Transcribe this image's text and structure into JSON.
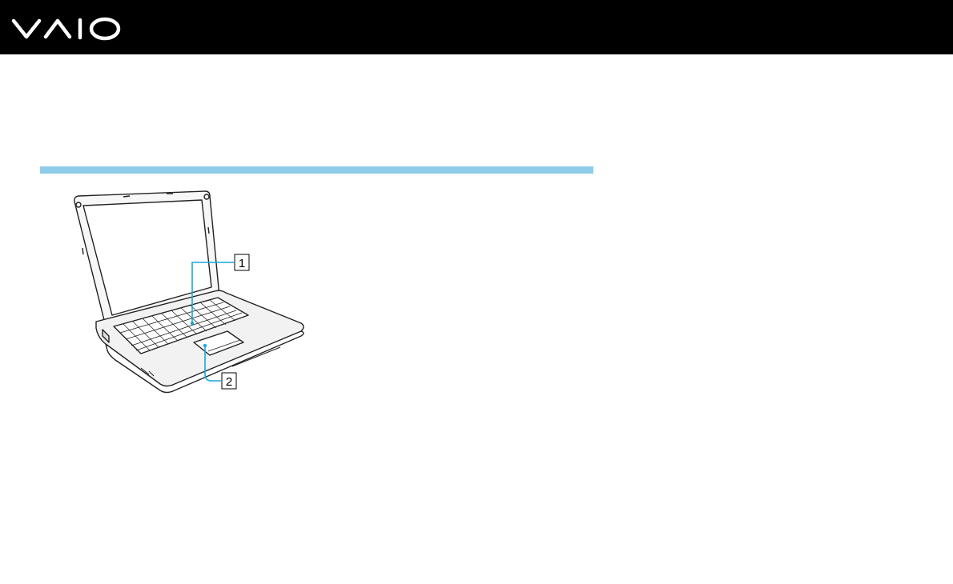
{
  "header": {
    "brand_logo": "VAIO"
  },
  "colors": {
    "header_background": "#000000",
    "section_rule": "#8ecde9",
    "callout_line": "#1aa6dc"
  },
  "figure": {
    "subject": "laptop-illustration",
    "callouts": [
      {
        "label": "1",
        "target": "keyboard"
      },
      {
        "label": "2",
        "target": "touch-pad"
      }
    ]
  }
}
